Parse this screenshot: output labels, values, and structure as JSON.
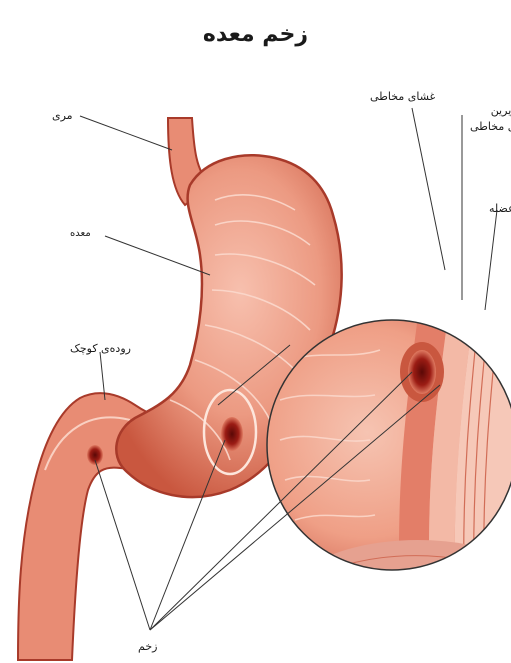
{
  "title": "زخم معده",
  "labels": {
    "esophagus": "مری",
    "stomach": "معده",
    "small_intestine": "روده‌ی کوچک",
    "ulcer": "زخم",
    "mucosa": "غشای مخاطی",
    "submucosa_line1": "لایه زیرین",
    "submucosa_line2": "غشای مخاطی",
    "muscle": "عضله"
  },
  "colors": {
    "tissue": "#e8917a",
    "tissue_dark": "#c9573f",
    "tissue_outline": "#a83a2a",
    "ulcer_core": "#7a0f0c",
    "leader": "#333333",
    "background": "#ffffff"
  }
}
